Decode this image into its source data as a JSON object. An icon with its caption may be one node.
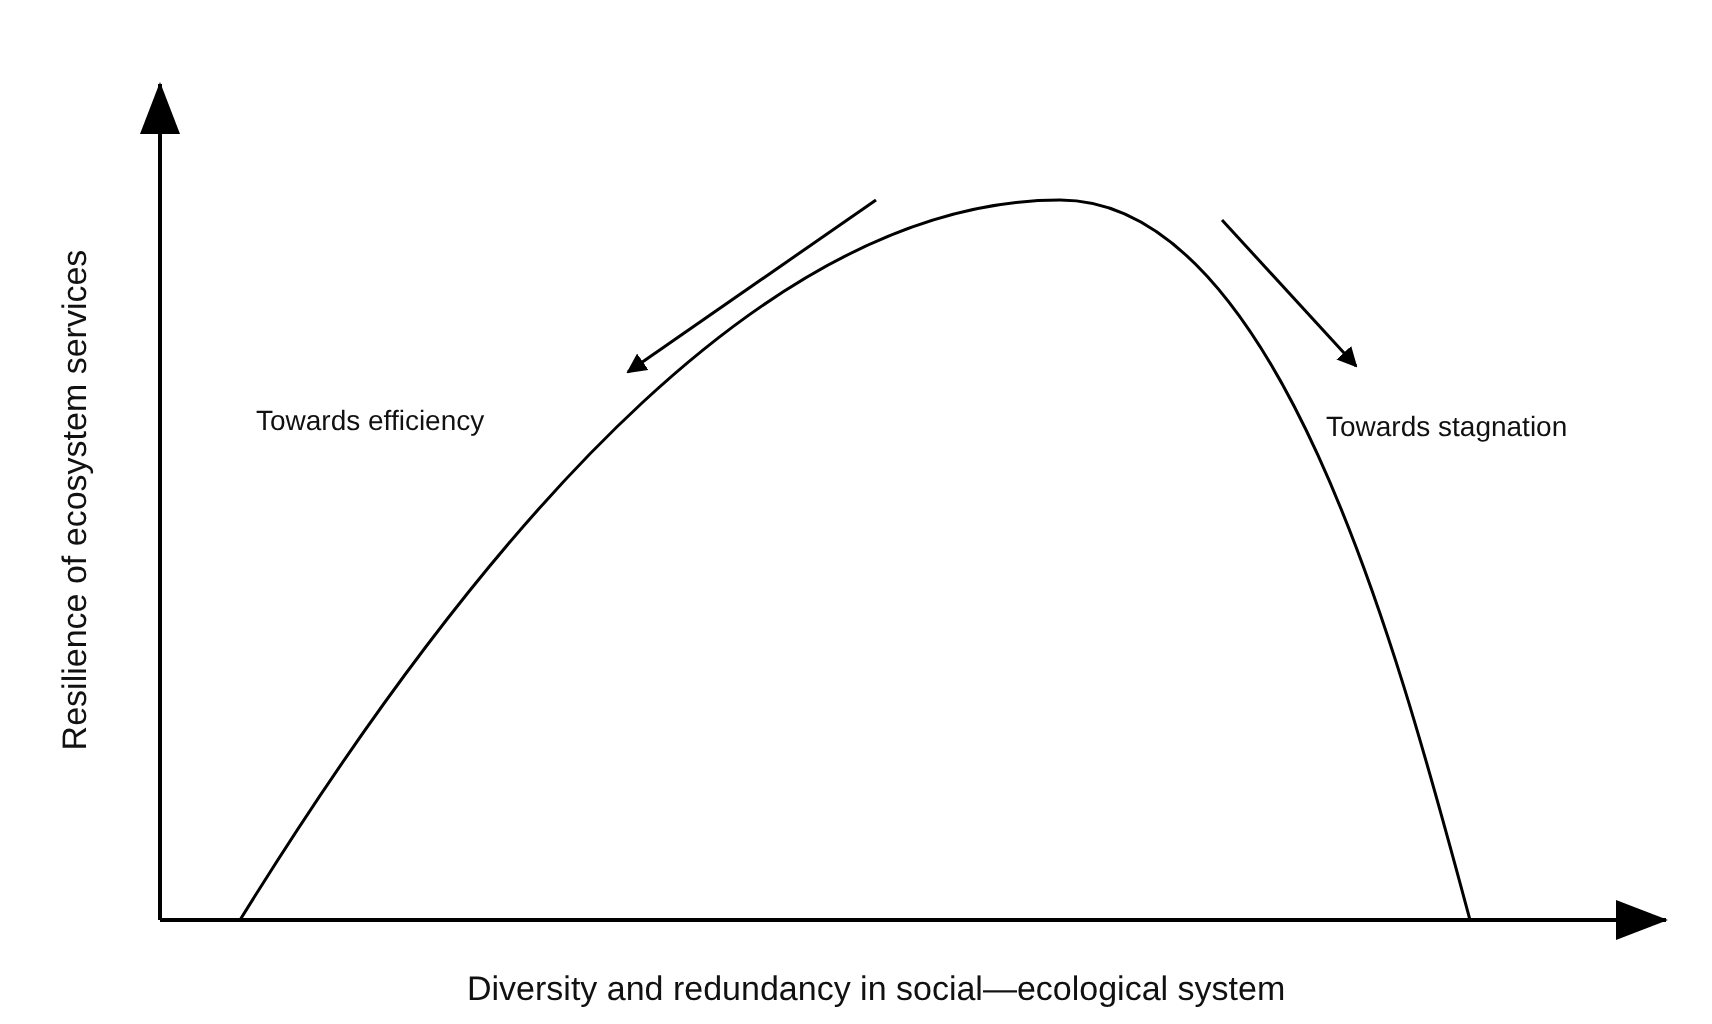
{
  "diagram": {
    "labels": [
      "Resilience of ecosystem services",
      "Towards efficiency",
      "Towards stagnation",
      "Diversity and redundancy in social—ecological system"
    ]
  }
}
